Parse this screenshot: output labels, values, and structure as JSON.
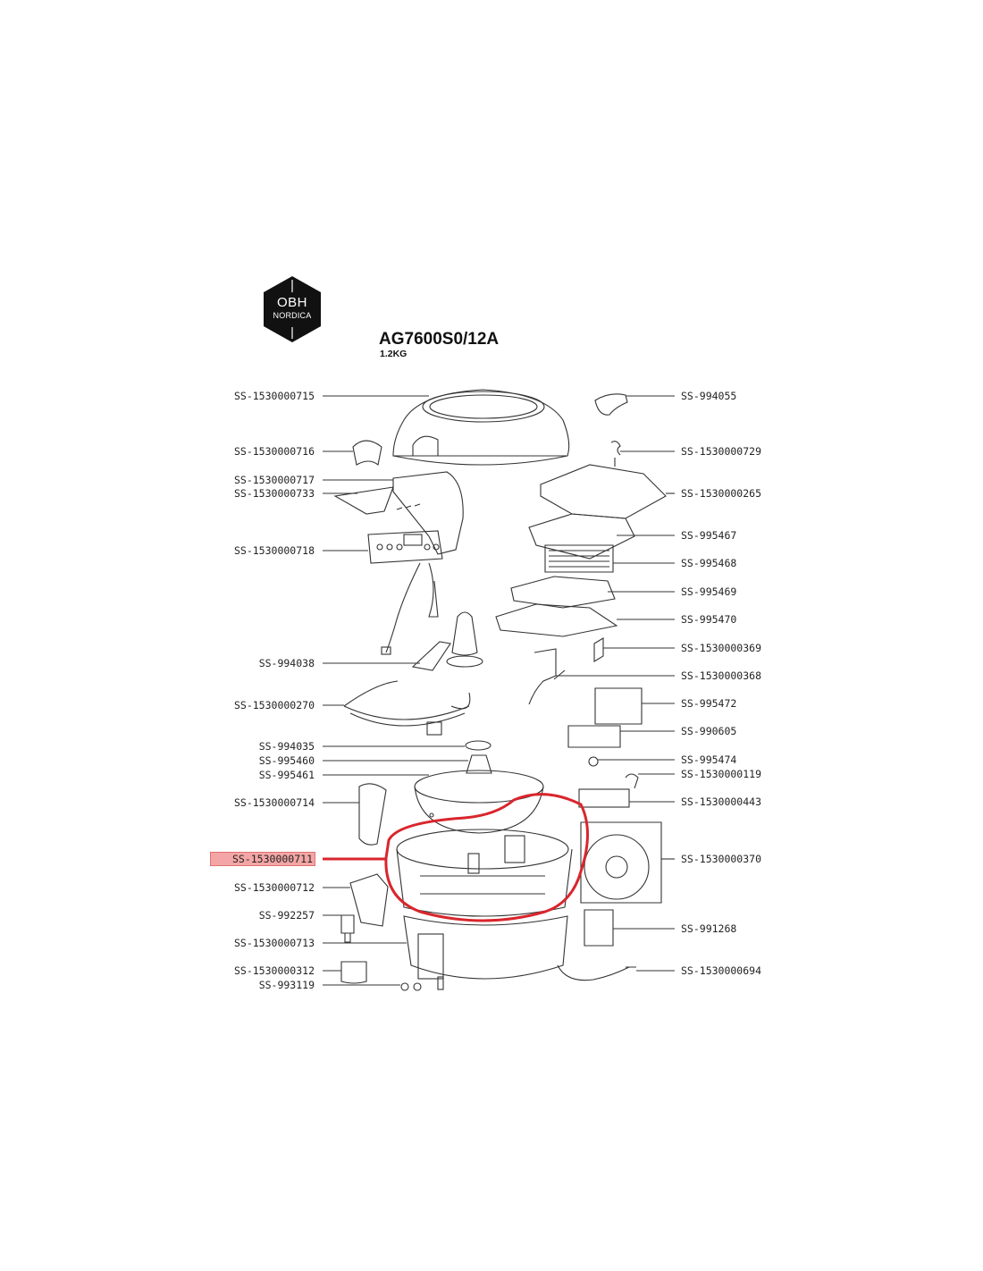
{
  "brand": {
    "logo_line1": "OBH",
    "logo_line2": "NORDICA",
    "logo_color": "#111111"
  },
  "model": {
    "title": "AG7600S0/12A",
    "subtitle": "1.2KG"
  },
  "highlight_color": "#d9262c",
  "parts_left": [
    {
      "code": "SS-1530000715",
      "highlighted": false
    },
    {
      "code": "SS-1530000716",
      "highlighted": false
    },
    {
      "code": "SS-1530000717",
      "highlighted": false
    },
    {
      "code": "SS-1530000733",
      "highlighted": false
    },
    {
      "code": "SS-1530000718",
      "highlighted": false
    },
    {
      "code": "SS-994038",
      "highlighted": false
    },
    {
      "code": "SS-1530000270",
      "highlighted": false
    },
    {
      "code": "SS-994035",
      "highlighted": false
    },
    {
      "code": "SS-995460",
      "highlighted": false
    },
    {
      "code": "SS-995461",
      "highlighted": false
    },
    {
      "code": "SS-1530000714",
      "highlighted": false
    },
    {
      "code": "SS-1530000711",
      "highlighted": true
    },
    {
      "code": "SS-1530000712",
      "highlighted": false
    },
    {
      "code": "SS-992257",
      "highlighted": false
    },
    {
      "code": "SS-1530000713",
      "highlighted": false
    },
    {
      "code": "SS-1530000312",
      "highlighted": false
    },
    {
      "code": "SS-993119",
      "highlighted": false
    }
  ],
  "parts_right": [
    {
      "code": "SS-994055"
    },
    {
      "code": "SS-1530000729"
    },
    {
      "code": "SS-1530000265"
    },
    {
      "code": "SS-995467"
    },
    {
      "code": "SS-995468"
    },
    {
      "code": "SS-995469"
    },
    {
      "code": "SS-995470"
    },
    {
      "code": "SS-1530000369"
    },
    {
      "code": "SS-1530000368"
    },
    {
      "code": "SS-995472"
    },
    {
      "code": "SS-990605"
    },
    {
      "code": "SS-995474"
    },
    {
      "code": "SS-1530000119"
    },
    {
      "code": "SS-1530000443"
    },
    {
      "code": "SS-1530000370"
    },
    {
      "code": "SS-991268"
    },
    {
      "code": "SS-1530000694"
    }
  ]
}
